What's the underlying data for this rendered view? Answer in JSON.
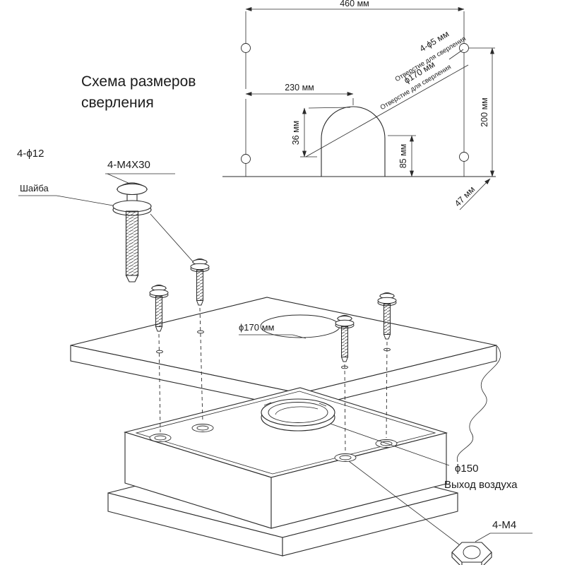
{
  "title": {
    "line1": "Схема размеров",
    "line2": "сверления"
  },
  "drill_template": {
    "dim_width": "460 мм",
    "dim_center": "230 мм",
    "dim_arc_top": "36 мм",
    "dim_arc_bottom": "85 мм",
    "dim_height": "200 мм",
    "dim_edge": "47 мм",
    "holes_spec": "4-ϕ5 мм",
    "holes_note": "Отверстие для сверления",
    "cutout_spec": "ϕ170 мм",
    "cutout_note": "Отверстие для сверления"
  },
  "fastener_detail": {
    "bolt_spec": "4-ϕ12",
    "screw_spec": "4-М4X30",
    "washer_label": "Шайба"
  },
  "panel": {
    "cutout_label": "ϕ170 мм"
  },
  "hood": {
    "duct_spec": "ϕ150",
    "duct_label": "Выход воздуха",
    "nut_spec": "4-М4"
  }
}
